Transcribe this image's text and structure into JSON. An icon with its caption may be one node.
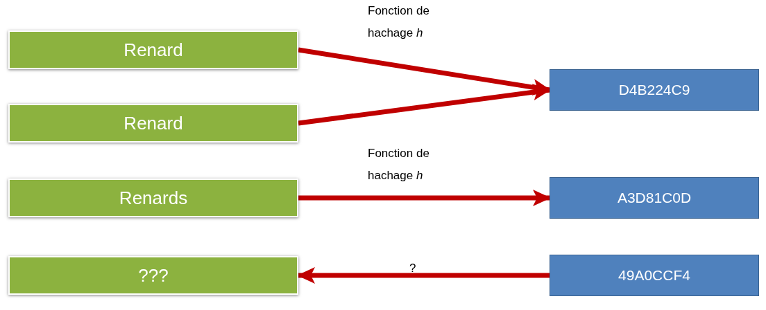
{
  "diagram": {
    "nodes": [
      {
        "text": [
          "Renard"
        ]
      },
      {
        "text": [
          "Renard"
        ]
      },
      {
        "text": [
          "Renards"
        ]
      },
      {
        "text": [
          "???"
        ]
      },
      {
        "text": [
          "D4B224C9"
        ]
      },
      {
        "text": [
          "A3D81C0D"
        ]
      },
      {
        "text": [
          "49A0CCF4"
        ]
      }
    ],
    "edges": [
      {
        "from": 0,
        "to": 4,
        "arrow": "to",
        "label": "Fonction de hachage *h*"
      },
      {
        "from": 1,
        "to": 4,
        "arrow": "to"
      },
      {
        "from": 2,
        "to": 5,
        "arrow": "to",
        "label": "Fonction de hachage *h*"
      },
      {
        "from": 6,
        "to": 3,
        "arrow": "to",
        "label": "?"
      }
    ]
  }
}
